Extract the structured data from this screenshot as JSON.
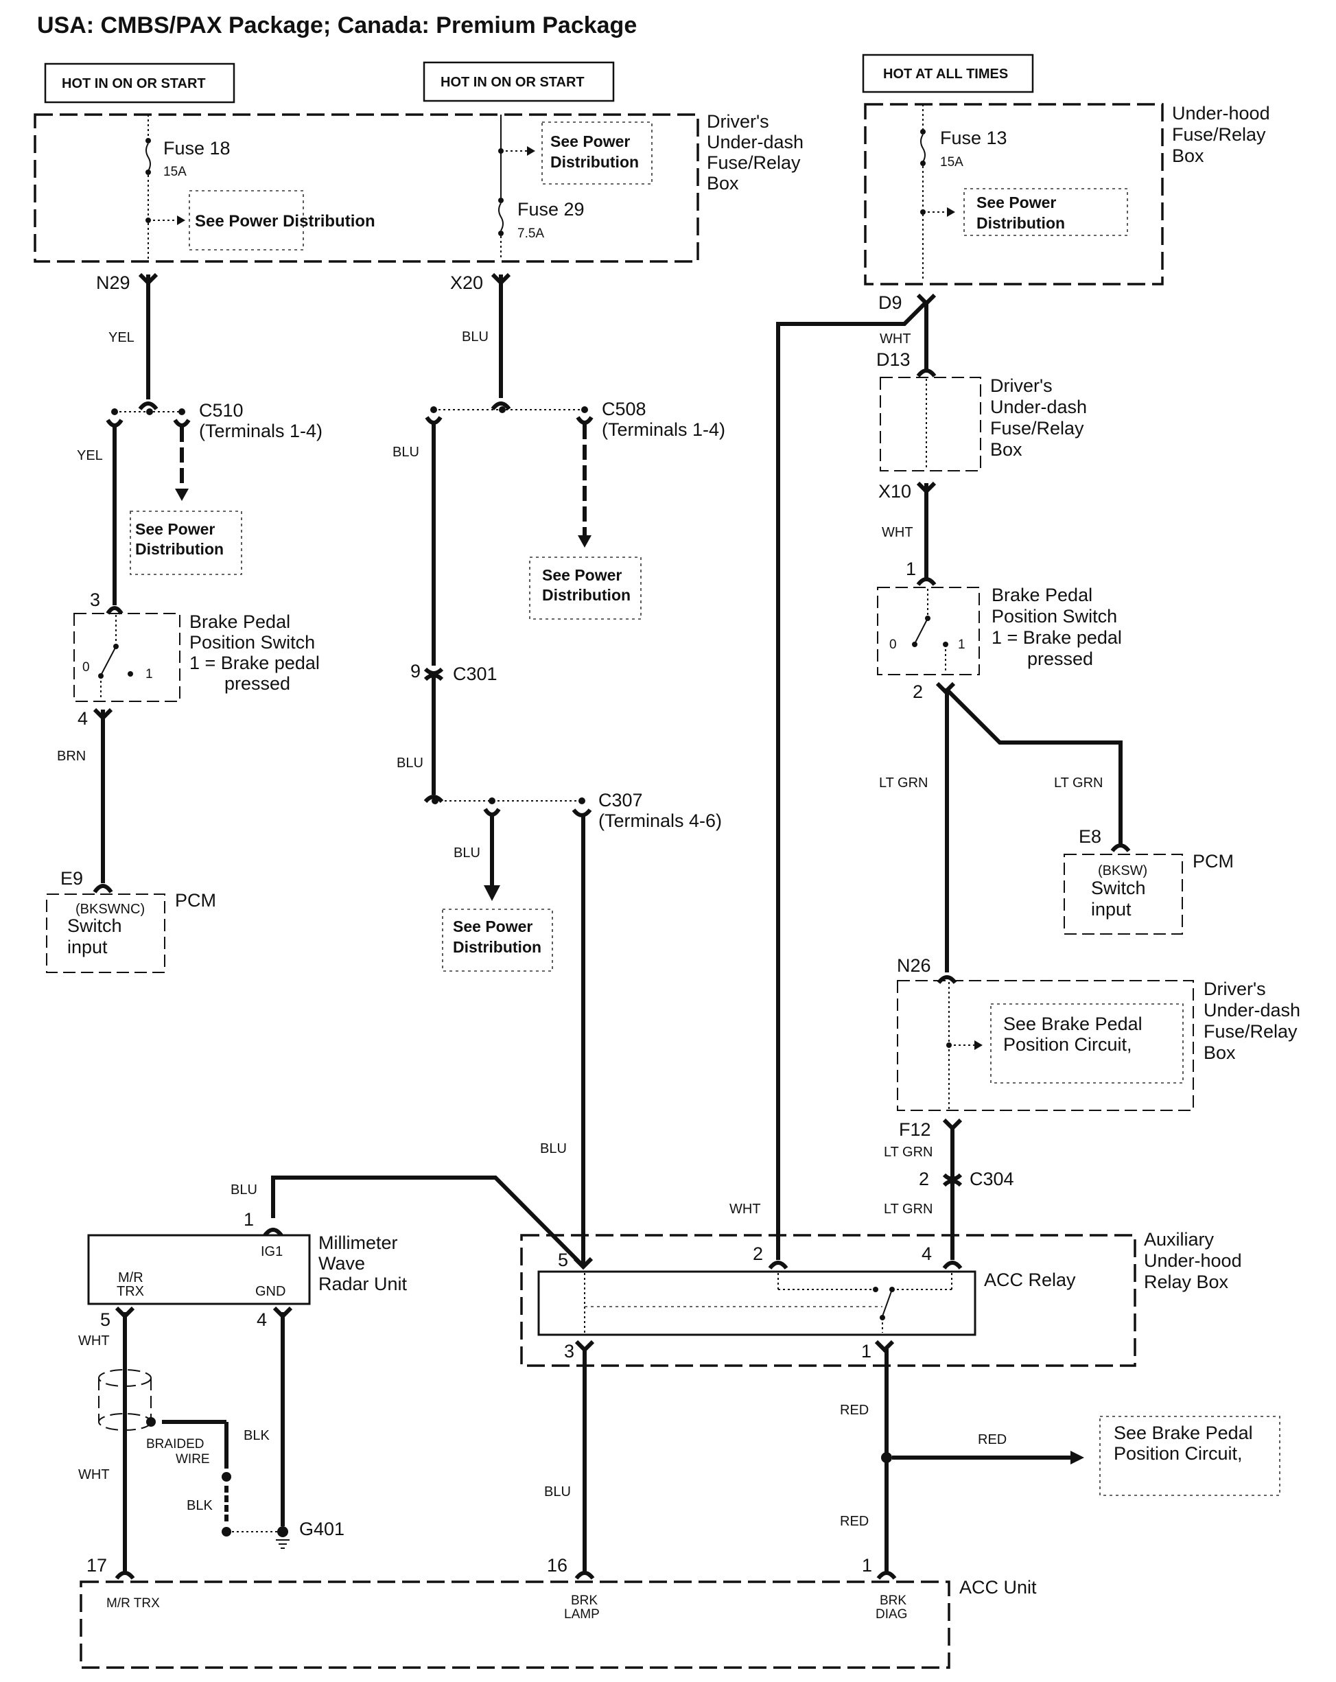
{
  "title": "USA: CMBS/PAX Package; Canada: Premium Package",
  "power_sources": [
    {
      "label": "HOT IN ON OR START"
    },
    {
      "label": "HOT IN ON OR START"
    },
    {
      "label": "HOT AT ALL TIMES"
    }
  ],
  "boxes": {
    "drivers_underdash_1": [
      "Driver's",
      "Under-dash",
      "Fuse/Relay",
      "Box"
    ],
    "underhood": [
      "Under-hood",
      "Fuse/Relay",
      "Box"
    ],
    "drivers_underdash_2": [
      "Driver's",
      "Under-dash",
      "Fuse/Relay",
      "Box"
    ],
    "drivers_underdash_3": [
      "Driver's",
      "Under-dash",
      "Fuse/Relay",
      "Box"
    ],
    "aux_underhood": [
      "Auxiliary",
      "Under-hood",
      "Relay Box"
    ]
  },
  "fuses": [
    {
      "name": "Fuse 18",
      "rating": "15A"
    },
    {
      "name": "Fuse 29",
      "rating": "7.5A"
    },
    {
      "name": "Fuse 13",
      "rating": "15A"
    }
  ],
  "refs": {
    "power_dist_one_line": "See Power Distribution",
    "power_dist": [
      "See Power",
      "Distribution"
    ],
    "brake_circuit": [
      "See Brake Pedal",
      "Position Circuit,"
    ]
  },
  "terminals": {
    "n29": "N29",
    "x20": "X20",
    "d9": "D9",
    "d13": "D13",
    "x10": "X10",
    "e9": "E9",
    "e8": "E8",
    "n26": "N26",
    "f12": "F12",
    "g401": "G401",
    "p3": "3",
    "p4": "4",
    "p1": "1",
    "p2": "2",
    "p9": "9",
    "p5": "5",
    "p17": "17",
    "p16": "16"
  },
  "connectors": {
    "c510": "C510",
    "c510_terms": "(Terminals 1-4)",
    "c508": "C508",
    "c508_terms": "(Terminals 1-4)",
    "c301": "C301",
    "c307": "C307",
    "c307_terms": "(Terminals 4-6)",
    "c304": "C304"
  },
  "wire_colors": {
    "yel": "YEL",
    "blu": "BLU",
    "wht": "WHT",
    "brn": "BRN",
    "ltgrn": "LT GRN",
    "blk": "BLK",
    "red": "RED"
  },
  "switch": {
    "name": [
      "Brake Pedal",
      "Position Switch"
    ],
    "note": [
      "1 = Brake pedal",
      "pressed"
    ],
    "pos0": "0",
    "pos1": "1"
  },
  "pcm": {
    "name": "PCM",
    "left": {
      "signal": "(BKSWNC)",
      "desc": [
        "Switch",
        "input"
      ]
    },
    "right": {
      "signal": "(BKSW)",
      "desc": [
        "Switch",
        "input"
      ]
    }
  },
  "radar": {
    "name": [
      "Millimeter",
      "Wave",
      "Radar Unit"
    ],
    "ig1": "IG1",
    "gnd": "GND",
    "mr": "M/R",
    "trx": "TRX",
    "braided": [
      "BRAIDED",
      "WIRE"
    ]
  },
  "acc_relay": {
    "name": "ACC Relay"
  },
  "acc_unit": {
    "name": "ACC Unit",
    "pins": {
      "mrtrx": "M/R TRX",
      "brk": "BRK",
      "lamp": "LAMP",
      "diag": "DIAG"
    }
  }
}
